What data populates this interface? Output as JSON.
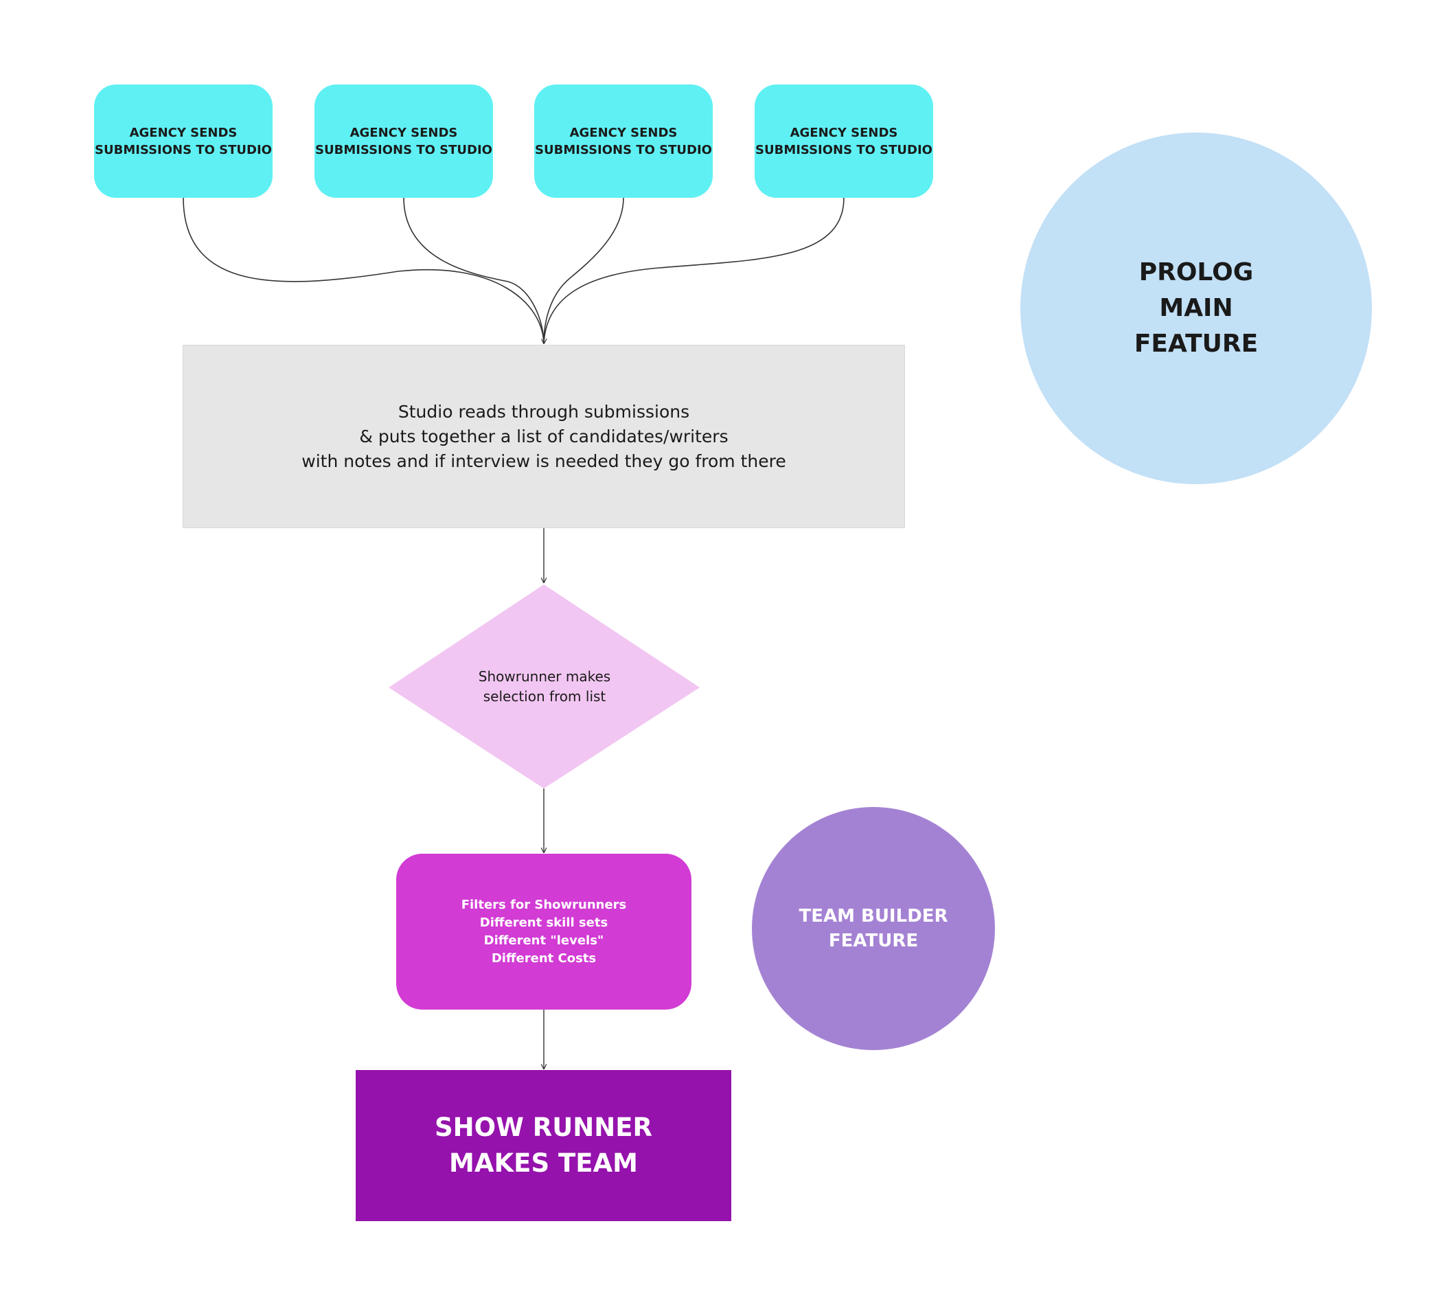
{
  "agency_boxes": [
    {
      "label": "AGENCY SENDS\nSUBMISSIONS TO STUDIO"
    },
    {
      "label": "AGENCY SENDS\nSUBMISSIONS TO STUDIO"
    },
    {
      "label": "AGENCY SENDS\nSUBMISSIONS TO STUDIO"
    },
    {
      "label": "AGENCY SENDS\nSUBMISSIONS TO STUDIO"
    }
  ],
  "studio_box": {
    "text": "Studio reads through submissions\n& puts together a list of candidates/writers\nwith notes and if interview is needed they go from there"
  },
  "decision": {
    "text": "Showrunner makes\nselection from list"
  },
  "filters_box": {
    "text": "Filters for Showrunners\nDifferent skill sets\nDifferent \"levels\"\nDifferent Costs"
  },
  "team_box": {
    "text": "SHOW RUNNER\nMAKES TEAM"
  },
  "prolog_circle": {
    "text": "PROLOG\nMAIN\nFEATURE"
  },
  "teambuilder_circle": {
    "text": "TEAM BUILDER\nFEATURE"
  },
  "colors": {
    "agency": "#5ff0f3",
    "studio": "#e6e6e6",
    "decision": "#f2c6f2",
    "filters": "#d23bd4",
    "team": "#9512ac",
    "prolog": "#c2e0f6",
    "teambuilder": "#a482d3",
    "connector": "#333333"
  }
}
